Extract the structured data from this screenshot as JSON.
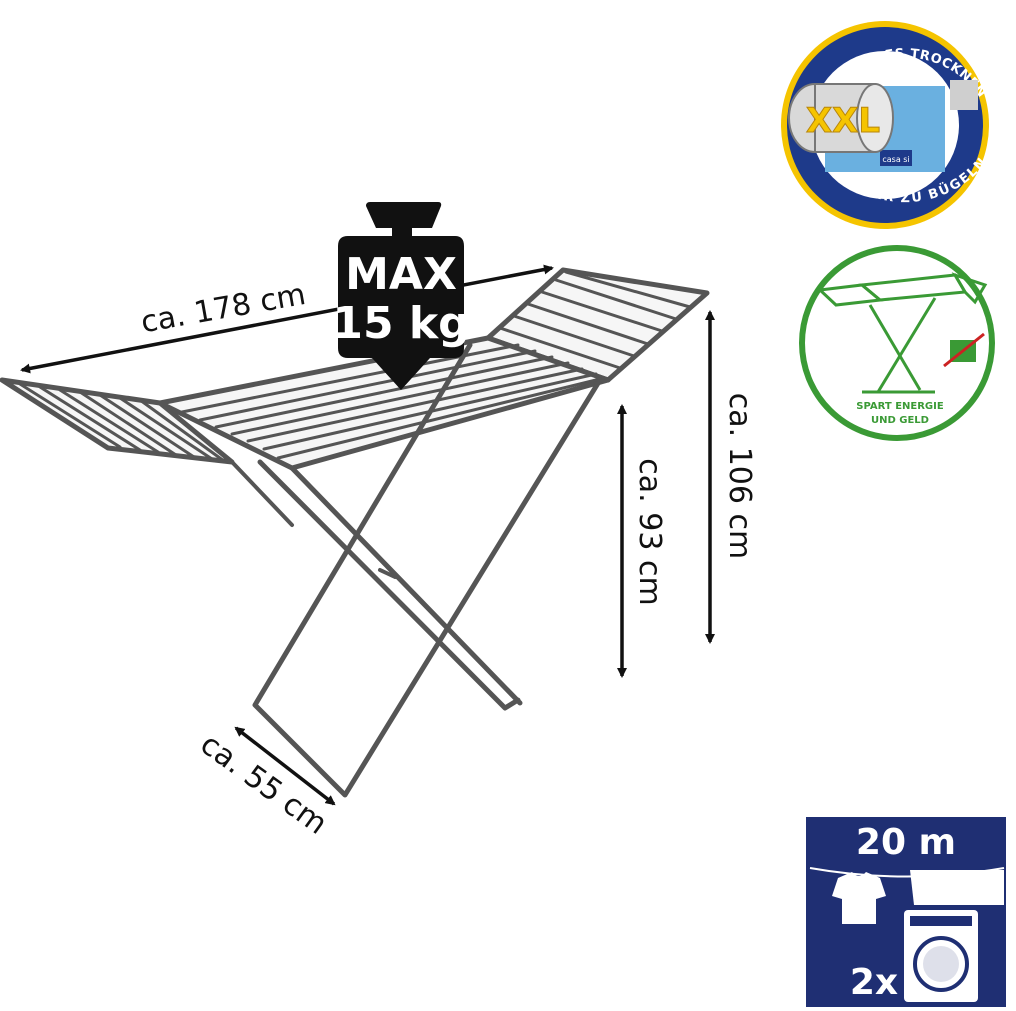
{
  "dimensions": {
    "length": "ca. 178 cm",
    "height_total": "ca. 106 cm",
    "height_rails": "ca. 93 cm",
    "depth": "ca. 55 cm"
  },
  "weight": {
    "line1": "MAX",
    "line2": "15 kg"
  },
  "badge_fast_dry": {
    "top_text": "SCHNELLES TROCKNEN",
    "bottom_text": "LEICHTER ZU BÜGELN",
    "center_text": "XXL",
    "brand": "casa si",
    "ring_color": "#1e3a8a",
    "accent_color": "#f5c400"
  },
  "badge_energy": {
    "line1": "SPART ENERGIE",
    "line2": "UND GELD",
    "color": "#3a9a35"
  },
  "line_box": {
    "length": "20 m",
    "multiplier": "2x",
    "color": "#1f2f73"
  },
  "colors": {
    "frame": "#555555",
    "frame_fill": "#f6f6f6",
    "text": "#111111",
    "weight": "#111111"
  }
}
